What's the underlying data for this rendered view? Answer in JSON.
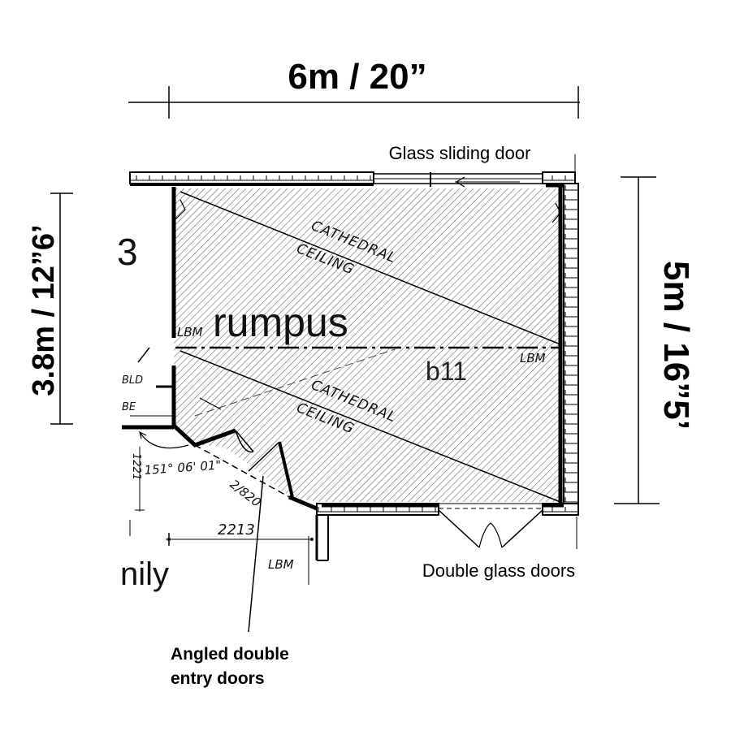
{
  "dimensions": {
    "width_label": "6m / 20”",
    "height_left_label": "3.8m / 12”6’",
    "height_right_label": "5m / 16”5’"
  },
  "callouts": {
    "glass_sliding_door": "Glass sliding door",
    "double_glass_doors": "Double glass doors",
    "angled_entry_line1": "Angled double",
    "angled_entry_line2": "entry doors"
  },
  "room": {
    "name": "rumpus",
    "code": "b11"
  },
  "annotations": {
    "cathedral_top_1": "CATHEDRAL",
    "cathedral_top_2": "CEILING",
    "cathedral_bottom_1": "CATHEDRAL",
    "cathedral_bottom_2": "CEILING",
    "lbm_left": "LBM",
    "lbm_right": "LBM",
    "lbm_bottom": "LBM",
    "angle": "151° 06' 01\"",
    "door_spec": "2/820",
    "dim_2213": "2213",
    "dim_1221": "1221",
    "side_bld": "BLD",
    "side_be": "BE",
    "side_3": "3",
    "family_fragment": "nily"
  },
  "colors": {
    "ink": "#000000",
    "hatch": "#555555",
    "paper": "#ffffff"
  }
}
